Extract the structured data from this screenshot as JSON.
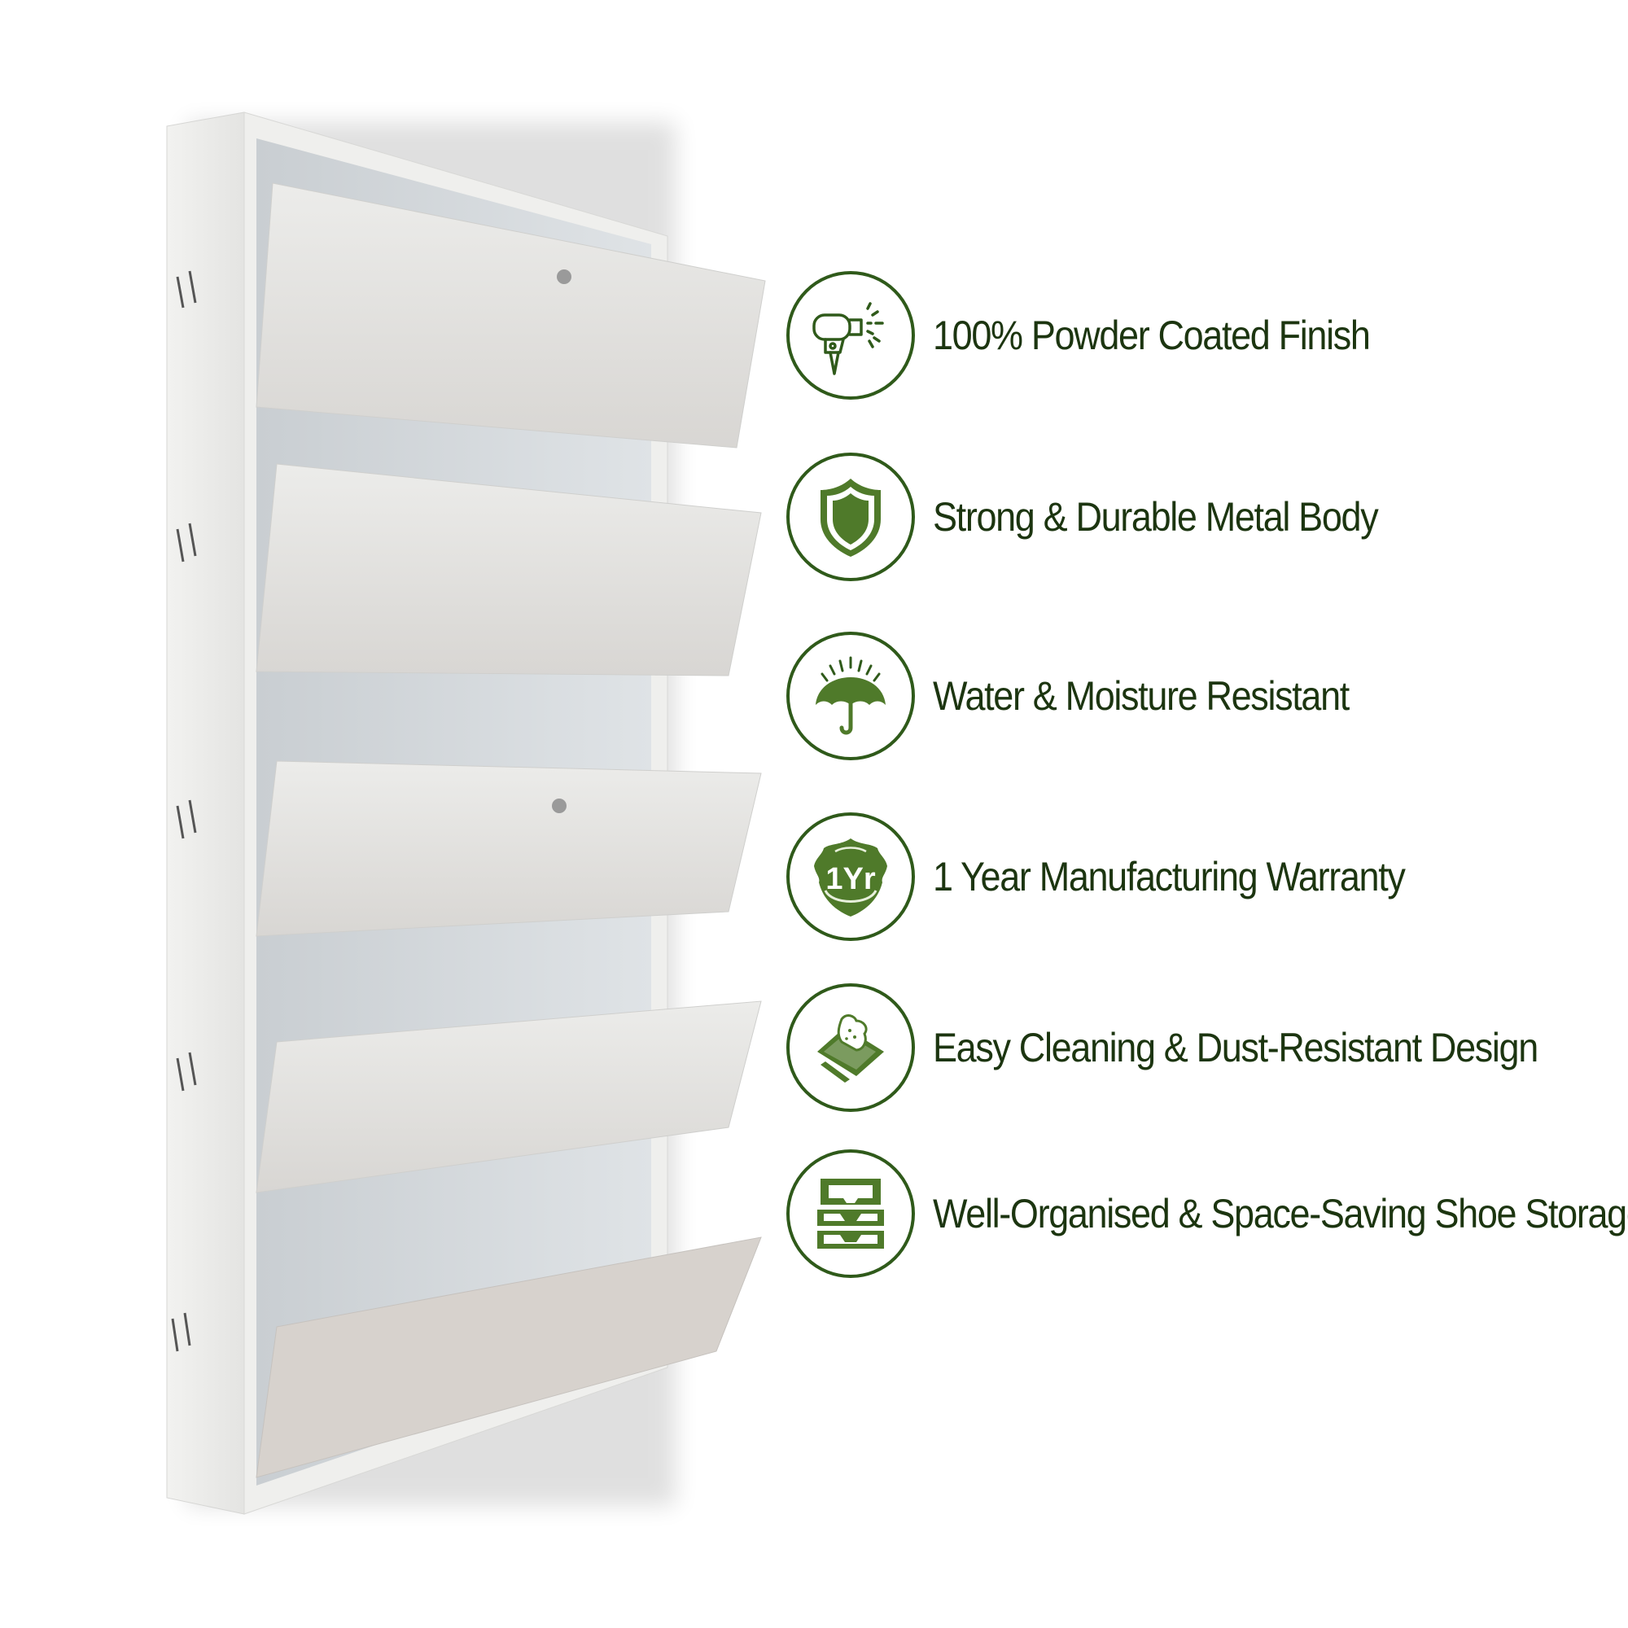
{
  "product": {
    "name": "wall-mounted metal shoe rack",
    "color": "#eeeeee",
    "flap_count": 5,
    "locks_on_flaps": [
      1,
      3
    ]
  },
  "theme": {
    "accent": "#2f5a1a",
    "icon_fill": "#4f7a2a",
    "text_color": "#1c3510",
    "background": "#ffffff"
  },
  "features": [
    {
      "icon": "spray-gun-icon",
      "label": "100% Powder Coated Finish"
    },
    {
      "icon": "shield-icon",
      "label": "Strong & Durable Metal Body"
    },
    {
      "icon": "umbrella-icon",
      "label": "Water & Moisture Resistant"
    },
    {
      "icon": "warranty-badge-icon",
      "label": "1 Year Manufacturing Warranty",
      "badge_text": "1Yr"
    },
    {
      "icon": "cleaning-sponge-icon",
      "label": "Easy Cleaning & Dust-Resistant Design"
    },
    {
      "icon": "stacked-trays-icon",
      "label": "Well-Organised & Space-Saving Shoe Storage"
    }
  ]
}
